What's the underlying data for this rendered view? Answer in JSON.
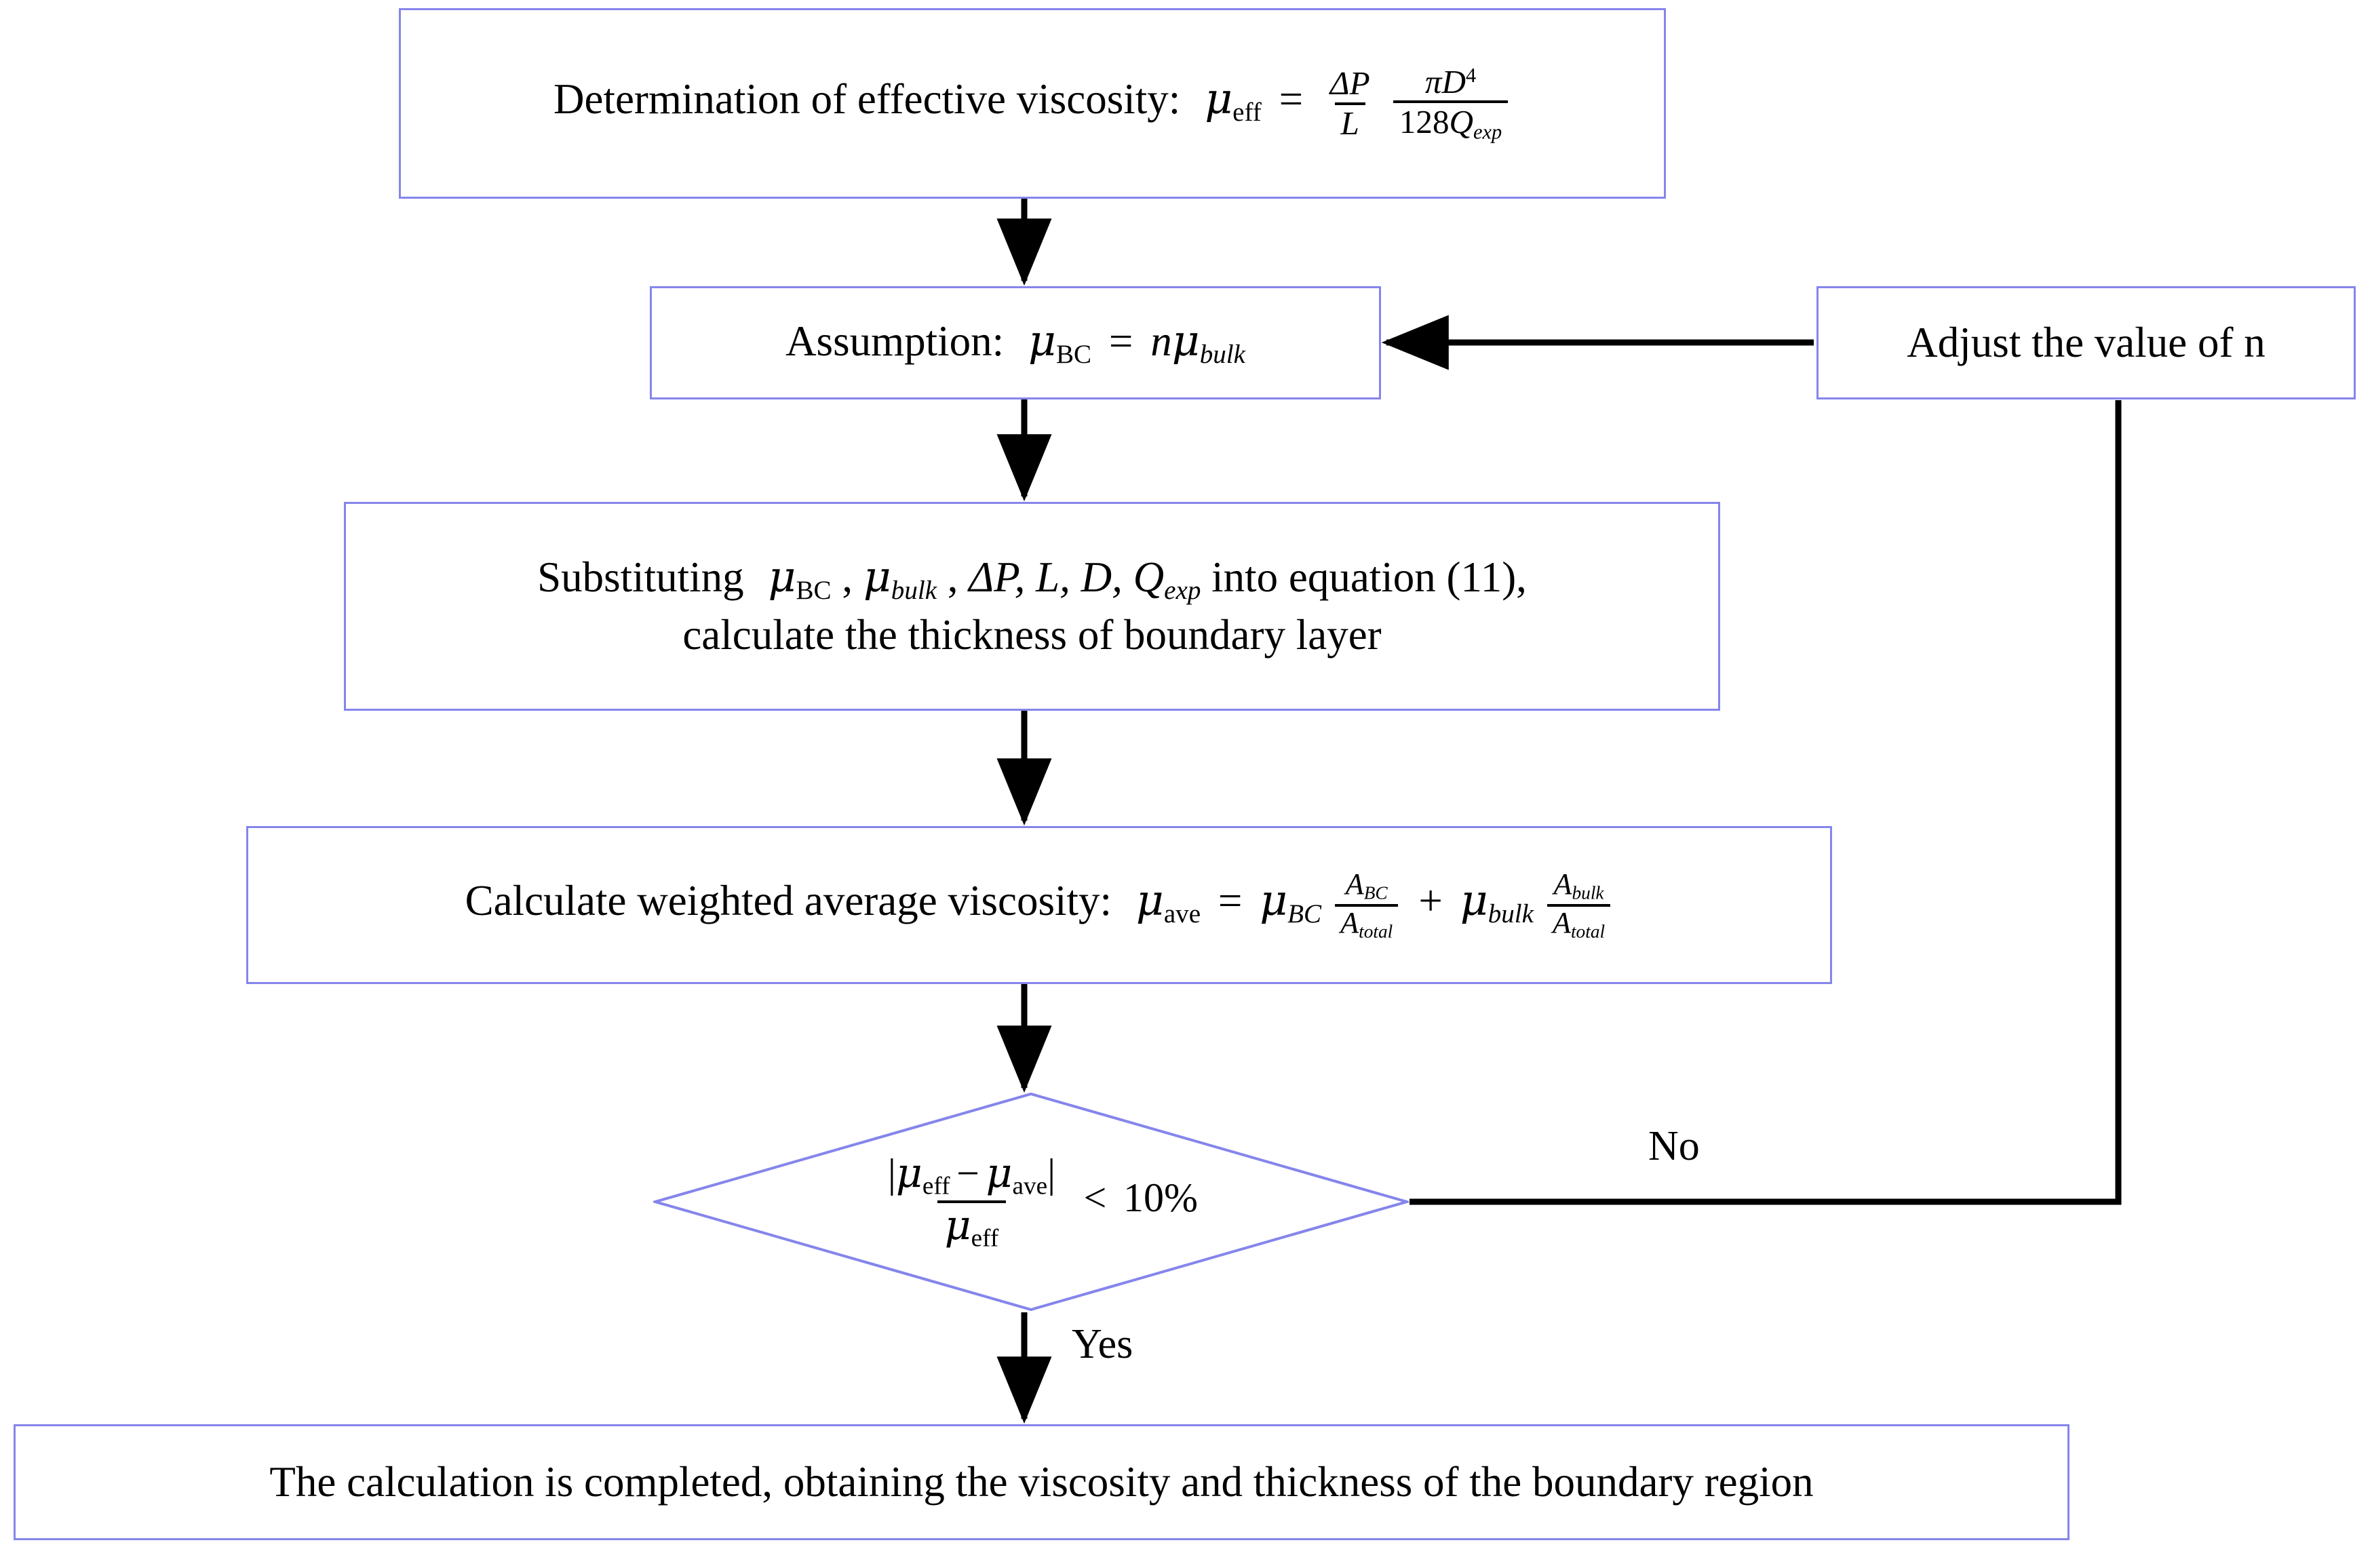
{
  "diagram": {
    "title": "Iterative determination of boundary-region viscosity and thickness",
    "type": "flowchart",
    "colors": {
      "node_border": "#8585ec",
      "node_fill": "#ffffff",
      "connector": "#000000",
      "text": "#000000",
      "background": "#ffffff"
    },
    "nodes": [
      {
        "id": "effective-viscosity",
        "shape": "rectangle",
        "label_prefix": "Determination of effective viscosity:",
        "variable": "μ",
        "variable_sub": "eff",
        "equals": "=",
        "fraction1_num": "ΔP",
        "fraction1_den": "L",
        "fraction2_num_pi": "π",
        "fraction2_num_var": "D",
        "fraction2_num_exp": "4",
        "fraction2_den_coef": "128",
        "fraction2_den_var": "Q",
        "fraction2_den_sub": "exp",
        "plain_text": "Determination of effective viscosity: μeff = (ΔP/L)(πD⁴/128Qexp)"
      },
      {
        "id": "assumption",
        "shape": "rectangle",
        "label_prefix": "Assumption:",
        "lhs_var": "μ",
        "lhs_sub": "BC",
        "equals": "=",
        "rhs_coef": "n",
        "rhs_var": "μ",
        "rhs_sub": "bulk",
        "plain_text": "Assumption: μBC = nμbulk"
      },
      {
        "id": "substituting",
        "shape": "rectangle",
        "line1_a": "Substituting",
        "line1_v1": "μ",
        "line1_v1_sub": "BC",
        "line1_sep1": ",",
        "line1_v2": "μ",
        "line1_v2_sub": "bulk",
        "line1_sep2": ",",
        "line1_v3": "ΔP,",
        "line1_v4": "L, D,",
        "line1_v5": "Q",
        "line1_v5_sub": "exp",
        "line1_b": "into equation (11),",
        "line2": "calculate the thickness of boundary layer",
        "plain_text": "Substituting μBC , μbulk , ΔP, L, D, Qexp into equation (11), calculate the thickness of boundary layer"
      },
      {
        "id": "weighted-average",
        "shape": "rectangle",
        "label_prefix": "Calculate weighted average viscosity:",
        "lhs_var": "μ",
        "lhs_sub": "ave",
        "equals": "=",
        "t1_var": "μ",
        "t1_sub": "BC",
        "t1_num_var": "A",
        "t1_num_sub": "BC",
        "t1_den_var": "A",
        "t1_den_sub": "total",
        "plus": "+",
        "t2_var": "μ",
        "t2_sub": "bulk",
        "t2_num_var": "A",
        "t2_num_sub": "bulk",
        "t2_den_var": "A",
        "t2_den_sub": "total",
        "plain_text": "Calculate weighted average viscosity: μave = μBC (ABC/Atotal) + μbulk (Abulk/Atotal)"
      },
      {
        "id": "convergence-check",
        "shape": "diamond",
        "num_bar_open": "|",
        "num_v1": "μ",
        "num_v1_sub": "eff",
        "num_minus": "−",
        "num_v2": "μ",
        "num_v2_sub": "ave",
        "num_bar_close": "|",
        "den_v": "μ",
        "den_sub": "eff",
        "comparator": "<",
        "threshold": "10%",
        "plain_text": "|μeff − μave| / μeff < 10%"
      },
      {
        "id": "adjust-n",
        "shape": "rectangle",
        "label": "Adjust the value of n",
        "plain_text": "Adjust the value of n"
      },
      {
        "id": "completion",
        "shape": "rectangle",
        "label": "The calculation is completed, obtaining the viscosity and thickness of the boundary region",
        "plain_text": "The calculation is completed, obtaining the viscosity and thickness of the boundary region"
      }
    ],
    "edges": [
      {
        "id": "e1",
        "from": "effective-viscosity",
        "to": "assumption",
        "label": "",
        "style": "arrow-down"
      },
      {
        "id": "e2",
        "from": "assumption",
        "to": "substituting",
        "label": "",
        "style": "arrow-down"
      },
      {
        "id": "e3",
        "from": "substituting",
        "to": "weighted-average",
        "label": "",
        "style": "arrow-down"
      },
      {
        "id": "e4",
        "from": "weighted-average",
        "to": "convergence-check",
        "label": "",
        "style": "arrow-down"
      },
      {
        "id": "e5",
        "from": "convergence-check",
        "to": "completion",
        "label": "Yes",
        "style": "arrow-down"
      },
      {
        "id": "e6",
        "from": "convergence-check",
        "to": "adjust-n",
        "label": "No",
        "style": "elbow-right-up"
      },
      {
        "id": "e7",
        "from": "adjust-n",
        "to": "assumption",
        "label": "",
        "style": "arrow-left"
      }
    ],
    "edge_labels": {
      "no": "No",
      "yes": "Yes"
    }
  }
}
